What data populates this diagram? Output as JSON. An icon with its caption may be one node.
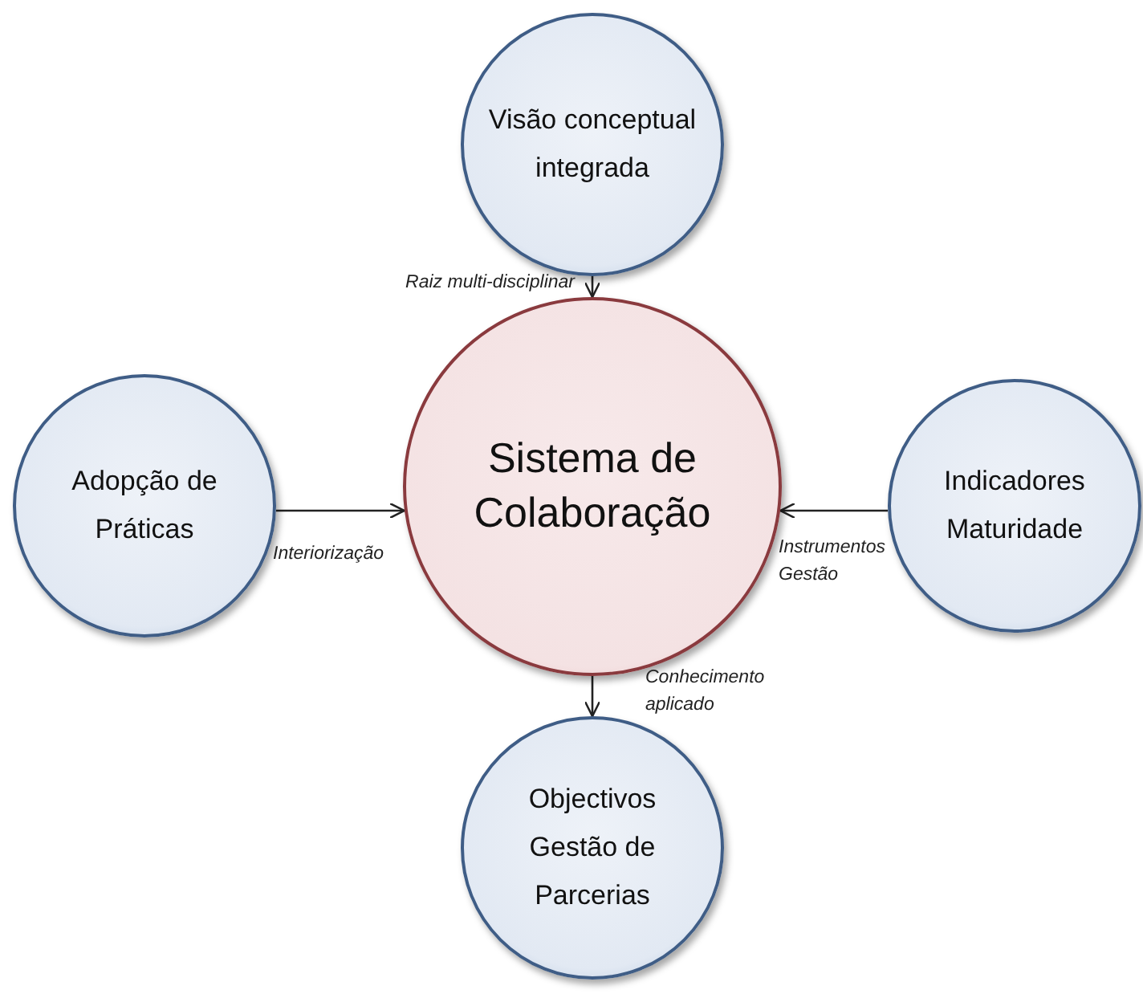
{
  "diagram": {
    "nodes": [
      {
        "text": [
          "Visão conceptual integrada"
        ]
      },
      {
        "text": [
          "Adopção de Práticas"
        ]
      },
      {
        "text": [
          "Sistema de Colaboração"
        ]
      },
      {
        "text": [
          "Indicadores Maturidade"
        ]
      },
      {
        "text": [
          "Objectivos Gestão de Parcerias"
        ]
      }
    ],
    "edges": [
      {
        "from": 0,
        "to": 2,
        "arrow": "to",
        "label": "Raiz multi-disciplinar"
      },
      {
        "from": 1,
        "to": 2,
        "arrow": "to",
        "label": "Interiorização"
      },
      {
        "from": 3,
        "to": 2,
        "arrow": "to",
        "label": "Instrumentos Gestão"
      },
      {
        "from": 2,
        "to": 4,
        "arrow": "to",
        "label": "Conhecimento aplicado"
      }
    ]
  }
}
